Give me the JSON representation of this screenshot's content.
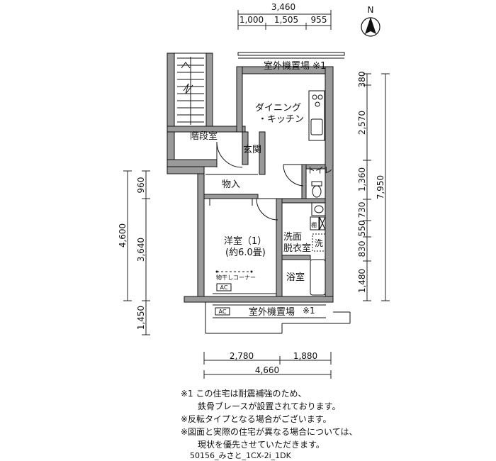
{
  "dimensions": {
    "top_total": "3,460",
    "top_parts": [
      "1,000",
      "1,505",
      "955"
    ],
    "right_parts": [
      "380",
      "2,570",
      "1,360",
      "730",
      "550",
      "830",
      "1,480"
    ],
    "right_total": "7,950",
    "left_total": "4,600",
    "left_parts": [
      "960",
      "3,640",
      "1,450"
    ],
    "bottom_parts": [
      "2,780",
      "1,880"
    ],
    "bottom_total": "4,660"
  },
  "compass": {
    "label": "N"
  },
  "rooms": {
    "outdoor_unit_top": "室外機置場 ※1",
    "dining_kitchen_line1": "ダイニング",
    "dining_kitchen_line2": "・キッチン",
    "stairwell": "階段室",
    "entrance": "玄関",
    "toilet": "トイレ",
    "storage": "物入",
    "western_room_line1": "洋室（1）",
    "western_room_line2": "(約6.0畳)",
    "drying_corner": "物干しコーナー",
    "ac_upper": "AC",
    "ac_lower": "AC",
    "washroom_line1": "洗面",
    "washroom_line2": "脱衣室",
    "washer": "洗",
    "shelf": "棚",
    "bathroom": "浴室",
    "outdoor_unit_bottom": "室外機置場",
    "outdoor_unit_bottom_note": "※1"
  },
  "notes": [
    "※1  この住宅は耐震補強のため、",
    "　　鉄骨ブレースが設置されております。",
    "※反転タイプとなる場合がございます。",
    "※図面と実際の住宅が異なる場合については、",
    "　　現状を優先させていただきます。"
  ],
  "plan_code": "50156_みさと_1CX-2i_1DK"
}
